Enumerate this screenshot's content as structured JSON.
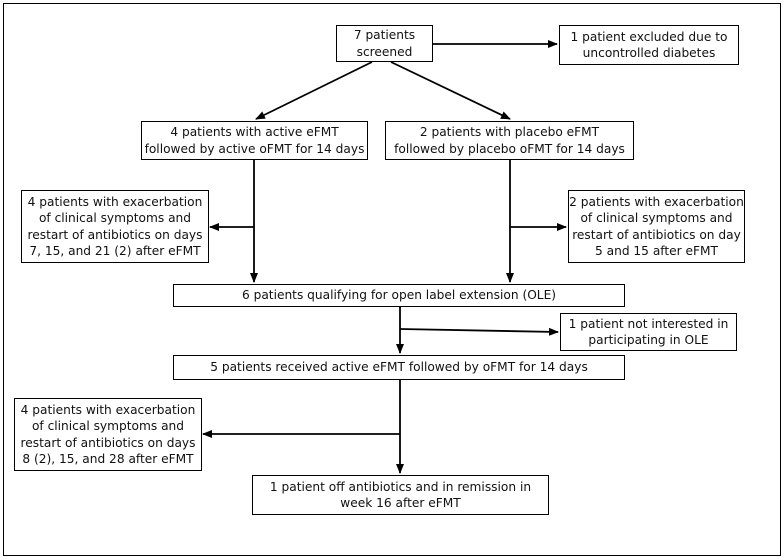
{
  "boxes": {
    "screened": "7 patients\nscreened",
    "excluded": "1 patient excluded due to\nuncontrolled diabetes",
    "active_arm": "4 patients with active eFMT\nfollowed by active oFMT for 14 days",
    "placebo_arm": "2 patients with placebo eFMT\nfollowed by placebo oFMT for 14 days",
    "active_exacerbation": "4 patients with exacerbation\nof clinical symptoms and\nrestart of antibiotics on days\n7, 15, and 21 (2) after eFMT",
    "placebo_exacerbation": "2 patients with exacerbation\nof clinical symptoms and\nrestart of antibiotics on day\n5 and 15 after eFMT",
    "ole_qualifying": "6 patients qualifying for open label extension (OLE)",
    "not_interested": "1 patient not interested in\nparticipating in OLE",
    "received_active": "5 patients received active eFMT followed by oFMT for 14 days",
    "ole_exacerbation": "4 patients with exacerbation\nof clinical symptoms and\nrestart of antibiotics on days\n8 (2), 15, and 28 after eFMT",
    "remission": "1 patient off antibiotics and in remission in\nweek 16 after eFMT"
  }
}
